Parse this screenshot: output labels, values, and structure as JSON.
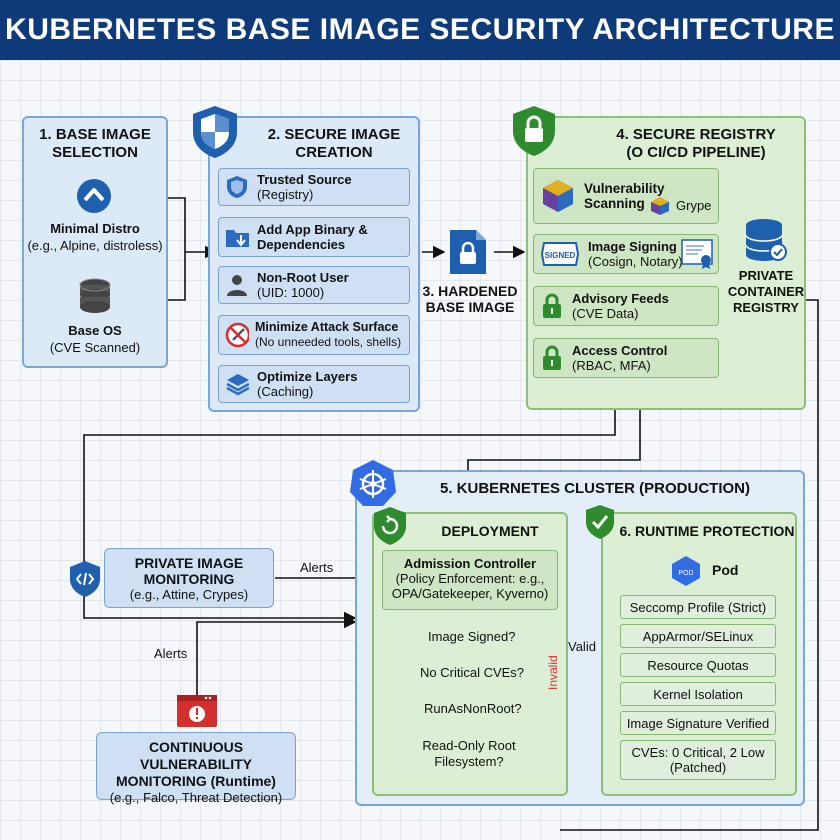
{
  "title": "KUBERNETES BASE IMAGE SECURITY ARCHITECTURE",
  "step1": {
    "title_line1": "1. BASE IMAGE",
    "title_line2": "SELECTION",
    "distro_label": "Minimal Distro",
    "distro_sub": "(e.g., Alpine, distroless)",
    "os_label": "Base OS",
    "os_sub": "(CVE Scanned)"
  },
  "step2": {
    "title_line1": "2. SECURE IMAGE",
    "title_line2": "CREATION",
    "items": [
      {
        "label": "Trusted Source",
        "sub": "(Registry)",
        "icon": "shield-icon"
      },
      {
        "label": "Add App Binary &",
        "sub": "Dependencies",
        "icon": "folder-download-icon"
      },
      {
        "label": "Non-Root User",
        "sub": "(UID: 1000)",
        "icon": "user-icon"
      },
      {
        "label": "Minimize Attack Surface",
        "sub": "(No unneeded tools, shells)",
        "icon": "no-tools-icon"
      },
      {
        "label": "Optimize Layers",
        "sub": "(Caching)",
        "icon": "layers-icon"
      }
    ]
  },
  "step3": {
    "line1": "3. HARDENED",
    "line2": "BASE IMAGE"
  },
  "step4": {
    "title_line1": "4. SECURE REGISTRY",
    "title_line2": "(O CI/CD PIPELINE)",
    "vuln_line1": "Vulnerability",
    "vuln_line2": "Scanning",
    "grype": "Grype",
    "signing_label": "Image Signing",
    "signing_sub": "(Cosign, Notary)",
    "signed_badge": "SIGNED",
    "advisory_label": "Advisory Feeds",
    "advisory_sub": "(CVE Data)",
    "access_label": "Access Control",
    "access_sub": "(RBAC, MFA)"
  },
  "registry": {
    "line1": "PRIVATE",
    "line2": "CONTAINER",
    "line3": "REGISTRY"
  },
  "step5": {
    "title": "5. KUBERNETES CLUSTER (PRODUCTION)"
  },
  "deployment": {
    "title": "DEPLOYMENT",
    "admission_title": "Admission Controller",
    "admission_line1": "(Policy Enforcement: e.g.,",
    "admission_line2": "OPA/Gatekeeper, Kyverno)",
    "checks": [
      "Image Signed?",
      "No Critical CVEs?",
      "RunAsNonRoot?"
    ],
    "readonly_line1": "Read-Only Root",
    "readonly_line2": "Filesystem?",
    "invalid": "Invalid",
    "valid": "Valid"
  },
  "runtime": {
    "title": "6. RUNTIME PROTECTION",
    "pod": "Pod",
    "pod_icon": "POD",
    "items": [
      "Seccomp Profile (Strict)",
      "AppArmor/SELinux",
      "Resource Quotas",
      "Kernel Isolation",
      "Image Signature Verified"
    ],
    "cves_line1": "CVEs: 0 Critical, 2 Low",
    "cves_line2": "(Patched)"
  },
  "monitoring": {
    "line1": "PRIVATE IMAGE",
    "line2": "MONITORING",
    "sub": "(e.g., Attine, Crypes)",
    "alerts": "Alerts"
  },
  "continuous": {
    "line1": "CONTINUOUS VULNERABILITY",
    "line2": "MONITORING (Runtime)",
    "sub": "(e.g., Falco, Threat Detection)",
    "alerts": "Alerts"
  },
  "colors": {
    "title_bg": "#0f3a7a",
    "blue_panel": "#dceaf8",
    "green_panel": "#dcefd4",
    "invalid": "#d32f2f",
    "icon_blue": "#1e5fae",
    "icon_green": "#2e8b2e"
  }
}
